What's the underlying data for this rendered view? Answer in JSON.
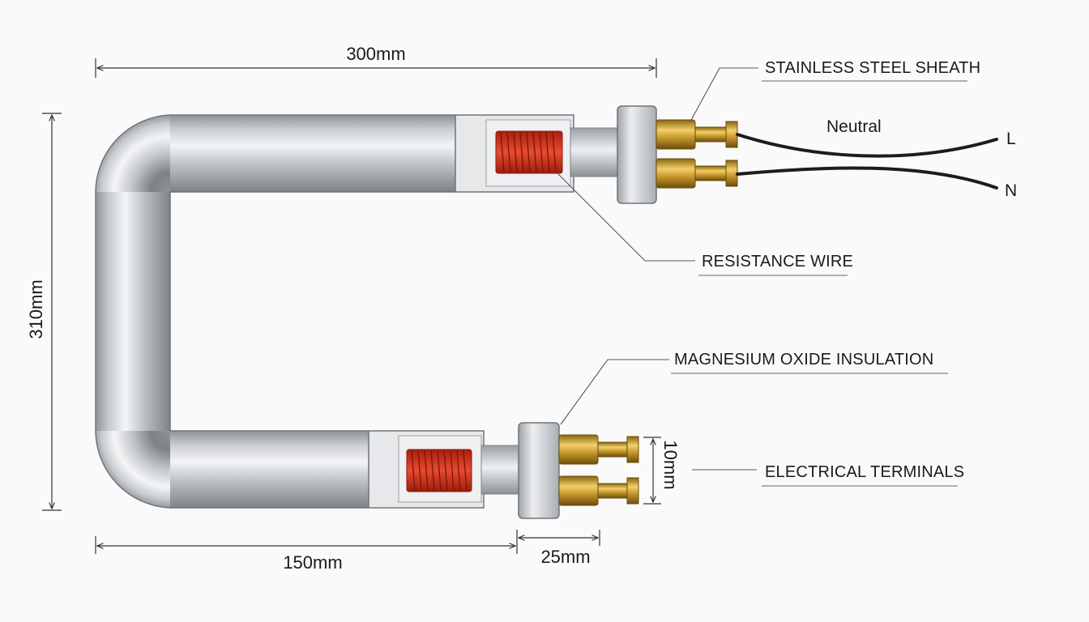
{
  "dimensions": {
    "overall_length": "300mm",
    "overall_height": "310mm",
    "straight_section": "150mm",
    "flange_to_terminal": "25mm",
    "terminal_spacing": "10mm"
  },
  "callouts": {
    "sheath": "STAINLESS STEEL SHEATH",
    "resistance_wire": "RESISTANCE WIRE",
    "insulation": "MAGNESIUM OXIDE INSULATION",
    "terminals": "ELECTRICAL TERMINALS"
  },
  "wiring": {
    "neutral_label": "Neutral",
    "live": "L",
    "neutral": "N"
  },
  "colors": {
    "sheath": "#c9cdd1",
    "coil": "#d8341f",
    "brass": "#c99a2e",
    "cable": "#1c1c1c"
  }
}
